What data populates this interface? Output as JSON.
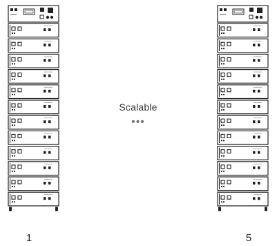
{
  "diagram": {
    "center_label": "Scalable",
    "ellipsis": "•••",
    "stacks": [
      {
        "caption": "1",
        "modules": 12
      },
      {
        "caption": "5",
        "modules": 12
      }
    ],
    "colors": {
      "stroke": "#222222",
      "fill": "#ffffff",
      "panel": "#f2f2f2"
    }
  }
}
